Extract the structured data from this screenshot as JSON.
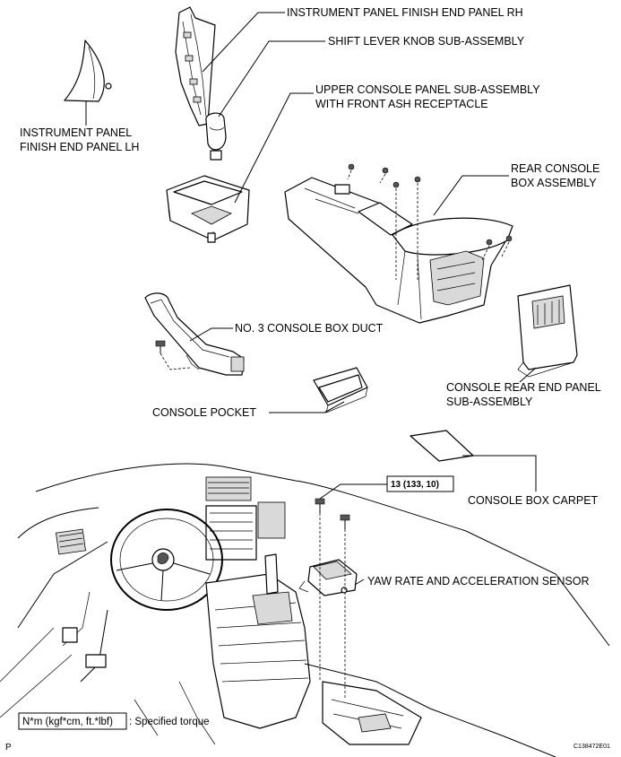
{
  "labels": {
    "panel_rh": "INSTRUMENT PANEL FINISH END PANEL RH",
    "shift_knob": "SHIFT LEVER KNOB SUB-ASSEMBLY",
    "upper_console_1": "UPPER CONSOLE PANEL SUB-ASSEMBLY",
    "upper_console_2": "WITH FRONT ASH RECEPTACLE",
    "panel_lh_1": "INSTRUMENT PANEL",
    "panel_lh_2": "FINISH END PANEL LH",
    "rear_console_1": "REAR CONSOLE",
    "rear_console_2": "BOX ASSEMBLY",
    "duct": "NO. 3 CONSOLE BOX DUCT",
    "rear_end_1": "CONSOLE REAR END PANEL",
    "rear_end_2": "SUB-ASSEMBLY",
    "pocket": "CONSOLE POCKET",
    "carpet": "CONSOLE BOX CARPET",
    "torque": "13 (133, 10)",
    "yaw": "YAW RATE AND ACCELERATION SENSOR",
    "legend_box": "N*m (kgf*cm, ft.*lbf)",
    "legend_text": ": Specified torque",
    "corner_left": "P",
    "corner_right": "C138472E01"
  }
}
